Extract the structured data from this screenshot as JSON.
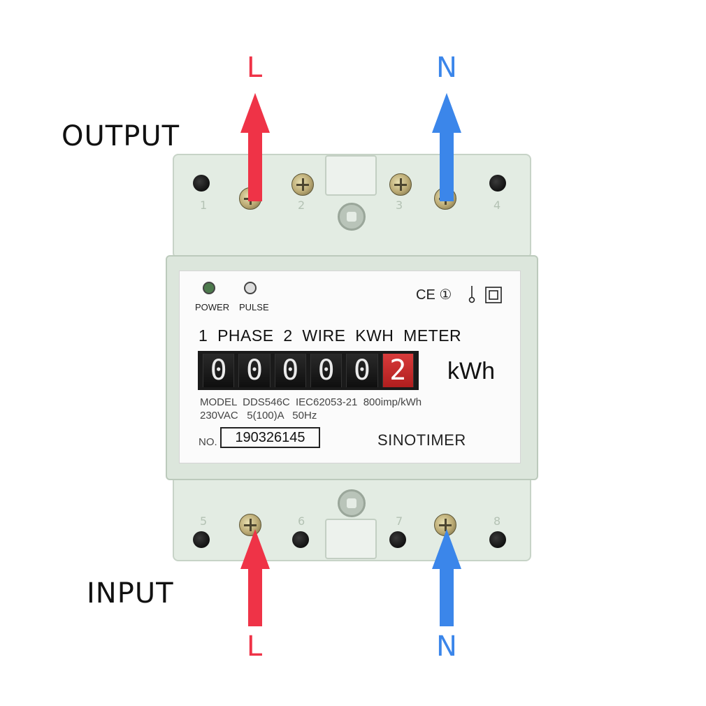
{
  "labels": {
    "output": "OUTPUT",
    "input": "INPUT",
    "top_left_pole": "L",
    "top_right_pole": "N",
    "bottom_left_pole": "L",
    "bottom_right_pole": "N"
  },
  "colors": {
    "line_arrow": "#ef3347",
    "neutral_arrow": "#3b86ea"
  },
  "terminals": {
    "top": [
      "1",
      "2",
      "3",
      "4"
    ],
    "bottom": [
      "5",
      "6",
      "7",
      "8"
    ]
  },
  "meter": {
    "power_label": "POWER",
    "pulse_label": "PULSE",
    "title": "1  PHASE  2  WIRE  KWH  METER",
    "digits": [
      "0",
      "0",
      "0",
      "0",
      "0",
      "2"
    ],
    "unit": "kWh",
    "spec_line1": "MODEL  DDS546C  IEC62053-21  800imp/kWh",
    "spec_line2": "230VAC   5(100)A   50Hz",
    "no_label": "NO.",
    "serial": "190326145",
    "brand": "SINOTIMER",
    "cert_marks": "CE ①"
  }
}
